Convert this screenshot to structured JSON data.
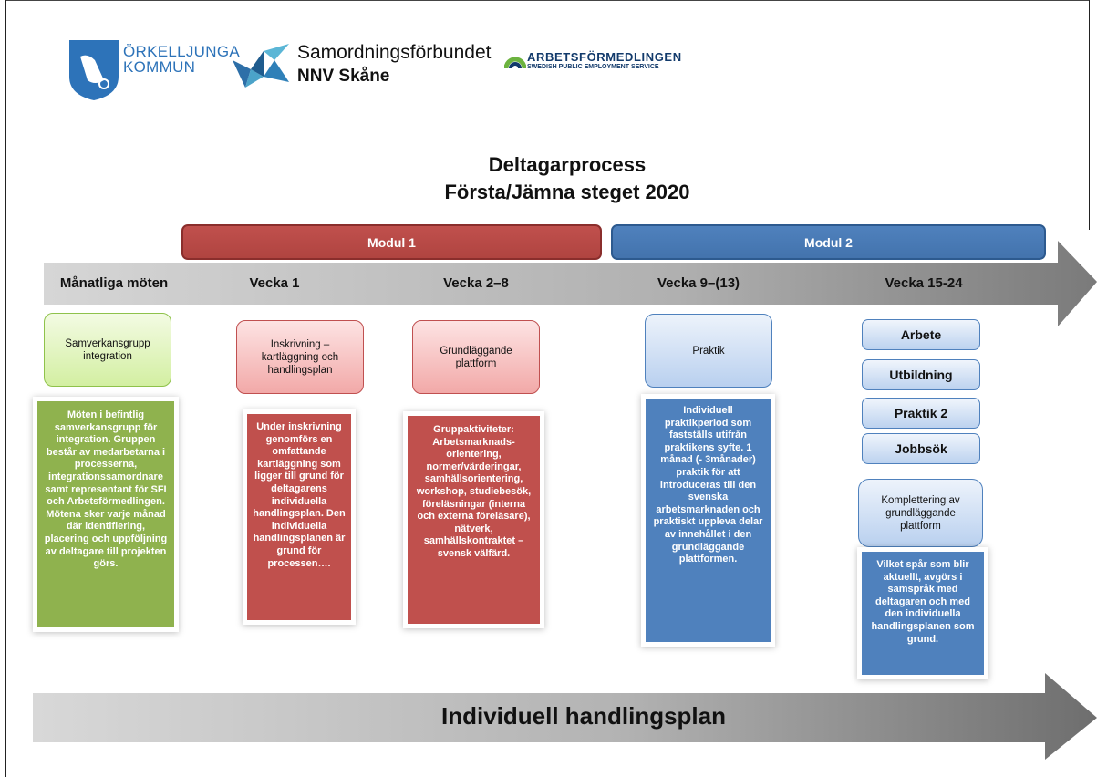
{
  "logos": {
    "orkelljunga": {
      "line1": "ÖRKELLJUNGA",
      "line2": "KOMMUN"
    },
    "nnv": {
      "line1": "Samordningsförbundet",
      "line2": "NNV Skåne"
    },
    "af": {
      "line1": "ARBETSFÖRMEDLINGEN",
      "line2": "SWEDISH PUBLIC EMPLOYMENT SERVICE"
    }
  },
  "title": {
    "line1": "Deltagarprocess",
    "line2": "Första/Jämna steget 2020"
  },
  "modules": [
    {
      "label": "Modul 1",
      "color": "#c0504d"
    },
    {
      "label": "Modul 2",
      "color": "#4f81bd"
    }
  ],
  "phases": [
    "Månatliga möten",
    "Vecka 1",
    "Vecka 2–8",
    "Vecka 9–(13)",
    "Vecka 15-24"
  ],
  "columns": {
    "c1": {
      "box": "Samverkansgrupp integration",
      "detail": "Möten i befintlig samverkansgrupp för integration. Gruppen består av medarbetarna i processerna, integrationssamordnare samt representant för SFI och Arbetsförmedlingen. Mötena sker varje månad där identifiering, placering och uppföljning av deltagare till projekten görs."
    },
    "c2": {
      "box": "Inskrivning – kartläggning och handlingsplan",
      "detail": "Under inskrivning genomförs en omfattande kartläggning som ligger till grund för deltagarens individuella handlingsplan. Den individuella handlingsplanen är grund för processen…."
    },
    "c3": {
      "box": "Grundläggande plattform",
      "detail": "Gruppaktiviteter: Arbetsmarknads-orientering, normer/värderingar, samhällsorientering, workshop, studiebesök, föreläsningar (interna och externa föreläsare), nätverk, samhällskontraktet – svensk välfärd."
    },
    "c4": {
      "box": "Praktik",
      "detail": "Individuell praktikperiod som fastställs utifrån praktikens syfte. 1 månad (- 3månader) praktik för att introduceras till den svenska arbetsmarknaden och praktiskt uppleva delar av innehållet i den grundläggande plattformen."
    },
    "c5": {
      "options": [
        "Arbete",
        "Utbildning",
        "Praktik 2",
        "Jobbsök"
      ],
      "box": "Komplettering av grundläggande plattform",
      "detail": "Vilket spår som blir aktuellt, avgörs i samspråk med deltagaren och med den individuella handlingsplanen som grund."
    }
  },
  "bottom": "Individuell handlingsplan",
  "colors": {
    "green": "#8fb24e",
    "red": "#c0504d",
    "blue": "#4f81bd",
    "arrow": "#8c8c8c"
  }
}
